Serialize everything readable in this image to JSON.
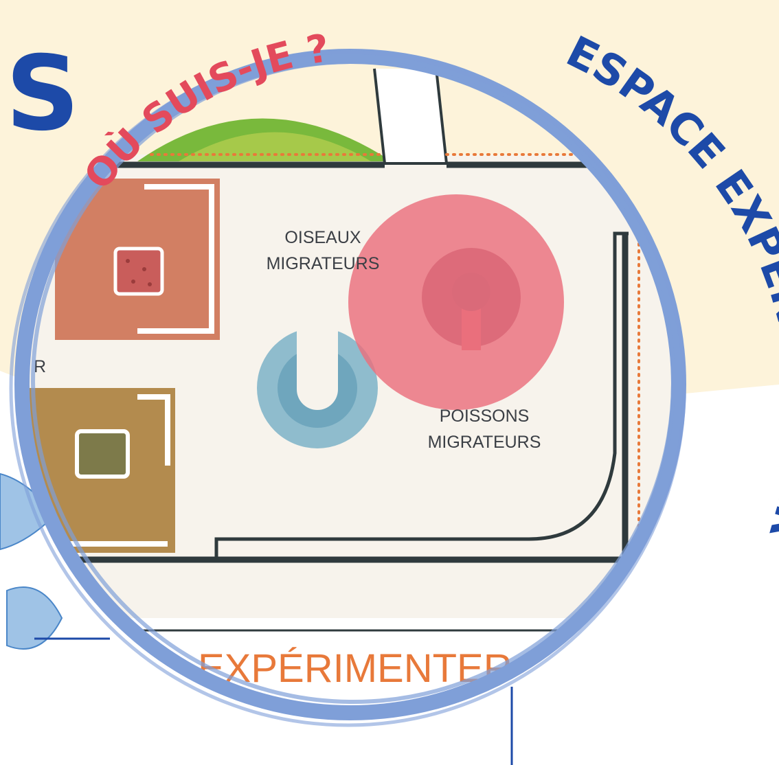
{
  "title_letter": "S",
  "header_question": "OÙ SUIS-JE ?",
  "space_title": "ESPACE EXPÉRIMENTER",
  "zone_birds": [
    "OISEAUX",
    "MIGRATEURS"
  ],
  "zone_fish": [
    "POISSONS",
    "MIGRATEURS"
  ],
  "left_partial": "R",
  "bottom_banner": "EXPÉRIMENTER",
  "you_are_here_marker": "red-circle",
  "colors": {
    "cream_bg": "#fdf3da",
    "ring_blue": "#7f9fd8",
    "title_blue": "#1d4aa8",
    "question_red": "#e34a5c",
    "marker_red": "#ea6f7c",
    "orange_dots": "#e8793a",
    "wall": "#2f3a3d",
    "floor": "#f7f3ec",
    "room_orange": "#d27f63",
    "room_brown": "#b38b4e",
    "fountain_blue": "#8fbccd",
    "hill_green": "#79b93c",
    "banner_orange": "#e8793a"
  }
}
